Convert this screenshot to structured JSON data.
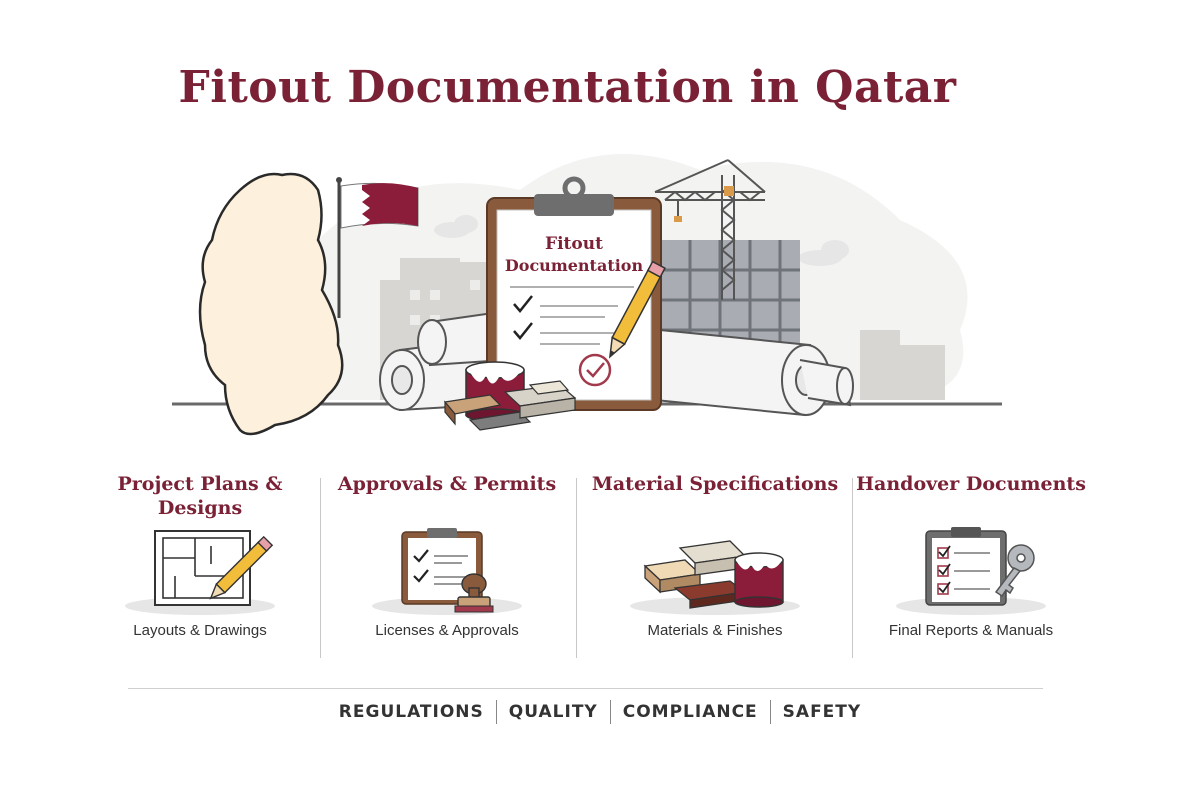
{
  "title": "Fitout Documentation in Qatar",
  "hero": {
    "clipboard_line1": "Fitout",
    "clipboard_line2": "Documentation"
  },
  "categories": [
    {
      "title": "Project Plans & Designs",
      "caption": "Layouts & Drawings",
      "icon": "blueprint-pencil-icon"
    },
    {
      "title": "Approvals & Permits",
      "caption": "Licenses & Approvals",
      "icon": "clipboard-stamp-icon"
    },
    {
      "title": "Material Specifications",
      "caption": "Materials & Finishes",
      "icon": "materials-paint-icon"
    },
    {
      "title": "Handover Documents",
      "caption": "Final Reports & Manuals",
      "icon": "checklist-key-icon"
    }
  ],
  "footer": [
    "REGULATIONS",
    "QUALITY",
    "COMPLIANCE",
    "SAFETY"
  ],
  "colors": {
    "brand": "#7a2136",
    "map_fill": "#fdf0dc",
    "wood": "#8a5a3c"
  }
}
